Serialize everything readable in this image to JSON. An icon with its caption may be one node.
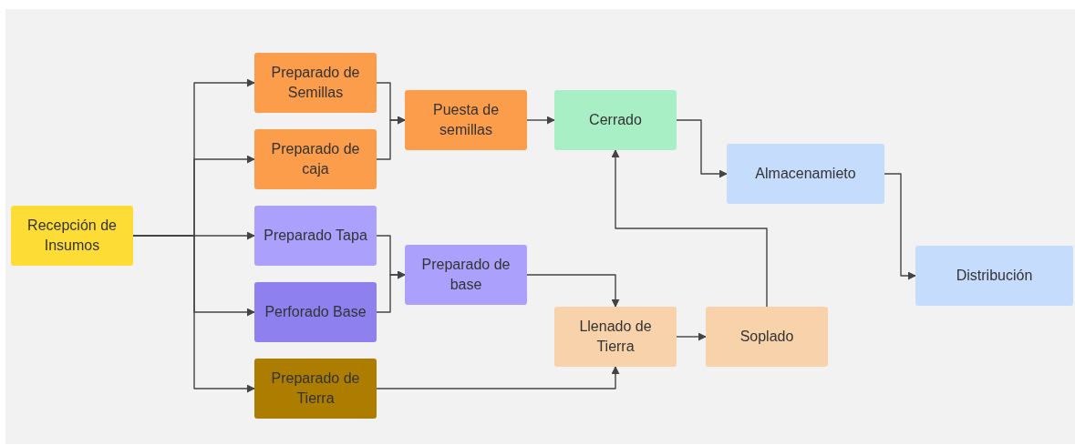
{
  "diagram": {
    "nodes": [
      {
        "text": [
          "Recepción de Insumos"
        ]
      },
      {
        "text": [
          "Preparado de Semillas"
        ]
      },
      {
        "text": [
          "Preparado de caja"
        ]
      },
      {
        "text": [
          "Preparado Tapa"
        ]
      },
      {
        "text": [
          "Perforado Base"
        ]
      },
      {
        "text": [
          "Preparado de Tierra"
        ]
      },
      {
        "text": [
          "Puesta de semillas"
        ]
      },
      {
        "text": [
          "Preparado de base"
        ]
      },
      {
        "text": [
          "Cerrado"
        ]
      },
      {
        "text": [
          "Almacenamieto"
        ]
      },
      {
        "text": [
          "Llenado de Tierra"
        ]
      },
      {
        "text": [
          "Soplado"
        ]
      },
      {
        "text": [
          "Distribución"
        ]
      }
    ],
    "edges": [
      {
        "from": 0,
        "to": 1,
        "arrow": "to"
      },
      {
        "from": 0,
        "to": 2,
        "arrow": "to"
      },
      {
        "from": 0,
        "to": 3,
        "arrow": "to"
      },
      {
        "from": 0,
        "to": 4,
        "arrow": "to"
      },
      {
        "from": 0,
        "to": 5,
        "arrow": "to"
      },
      {
        "from": 1,
        "to": 6,
        "arrow": "to"
      },
      {
        "from": 2,
        "to": 6,
        "arrow": "to"
      },
      {
        "from": 3,
        "to": 7,
        "arrow": "to"
      },
      {
        "from": 4,
        "to": 7,
        "arrow": "to"
      },
      {
        "from": 6,
        "to": 8,
        "arrow": "to"
      },
      {
        "from": 7,
        "to": 10,
        "arrow": "to"
      },
      {
        "from": 5,
        "to": 10,
        "arrow": "to"
      },
      {
        "from": 10,
        "to": 11,
        "arrow": "to"
      },
      {
        "from": 11,
        "to": 8,
        "arrow": "to"
      },
      {
        "from": 8,
        "to": 9,
        "arrow": "to"
      },
      {
        "from": 9,
        "to": 12,
        "arrow": "to"
      }
    ]
  }
}
